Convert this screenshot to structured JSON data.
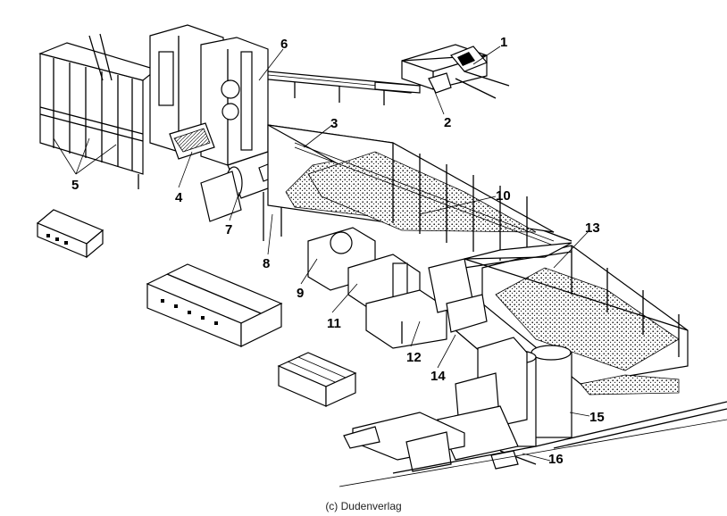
{
  "figure": {
    "labels": [
      "1",
      "2",
      "3",
      "4",
      "5",
      "6",
      "7",
      "8",
      "9",
      "10",
      "11",
      "12",
      "13",
      "14",
      "15",
      "16"
    ],
    "credit": "(c) Dudenverlag"
  }
}
